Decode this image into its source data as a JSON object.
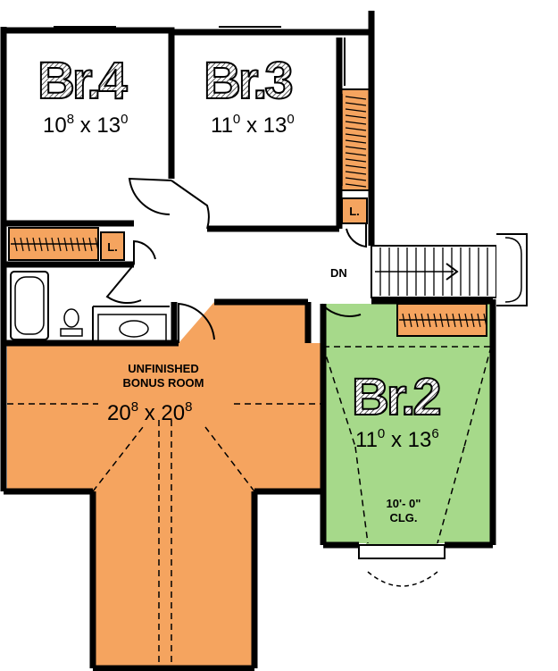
{
  "colors": {
    "bonus": "#f5a45f",
    "bedroom2": "#a6d98a",
    "closet": "#f5a45f",
    "wall": "#000000",
    "floor": "#ffffff"
  },
  "rooms": {
    "br4": {
      "name": "Br.4",
      "dim_w": "10",
      "dim_w_sup": "8",
      "dim_x": "x",
      "dim_l": "13",
      "dim_l_sup": "0"
    },
    "br3": {
      "name": "Br.3",
      "dim_w": "11",
      "dim_w_sup": "0",
      "dim_x": "x",
      "dim_l": "13",
      "dim_l_sup": "0"
    },
    "br2": {
      "name": "Br.2",
      "dim_w": "11",
      "dim_w_sup": "0",
      "dim_x": "x",
      "dim_l": "13",
      "dim_l_sup": "6",
      "ceiling_1": "10'- 0\"",
      "ceiling_2": "CLG."
    },
    "bonus": {
      "line1": "UNFINISHED",
      "line2": "BONUS ROOM",
      "dim_w": "20",
      "dim_w_sup": "8",
      "dim_x": "x",
      "dim_l": "20",
      "dim_l_sup": "8"
    }
  },
  "labels": {
    "linen_left": "L.",
    "linen_right": "L.",
    "stairs": "DN"
  }
}
